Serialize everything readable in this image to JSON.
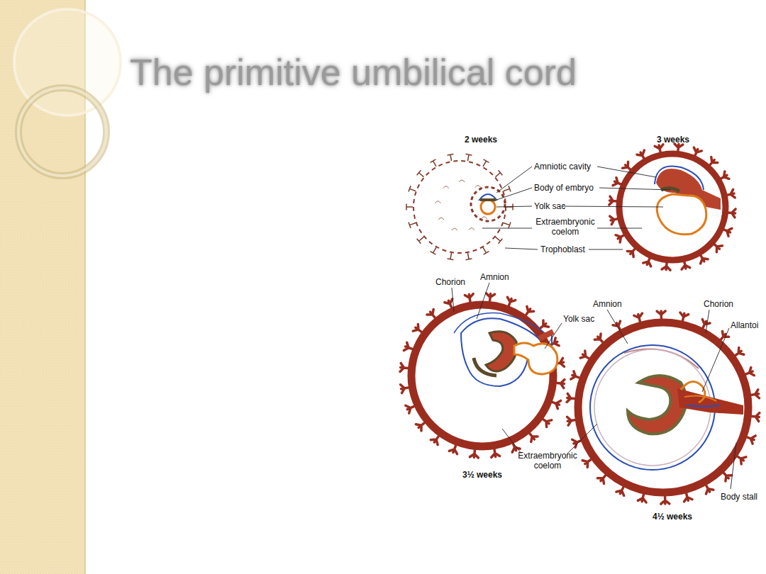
{
  "diagram": {
    "title": "The primitive umbilical cord",
    "labels": [
      "2 weeks",
      "3 weeks",
      "Amniotic cavity",
      "Body of embryo",
      "Yolk sac",
      "Extraembryonic coelom",
      "Trophoblast",
      "Chorion",
      "Amnion",
      "Yolk sac",
      "Amnion",
      "Chorion",
      "Allantoi",
      "3½ weeks",
      "Extraembryonic coelom",
      "Body stall",
      "4½ weeks"
    ]
  }
}
